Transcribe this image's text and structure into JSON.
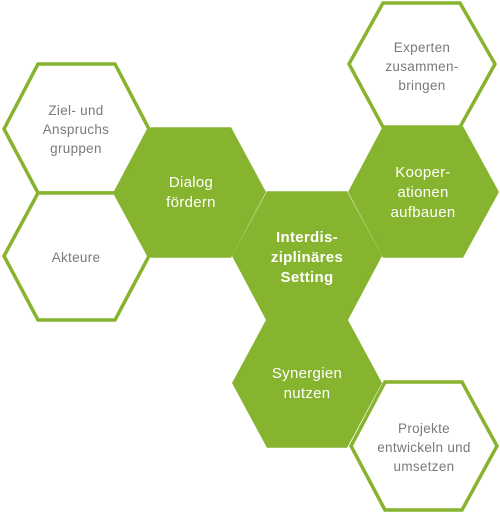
{
  "colors": {
    "accent": "#86b42e",
    "outline_text": "#7a7a7a",
    "solid_text": "#ffffff"
  },
  "hexagons": {
    "ziel": "Ziel- und\nAnspruchs\ngruppen",
    "akteure": "Akteure",
    "dialog": "Dialog\nfördern",
    "interdis": "Interdis-\nziplinäres\nSetting",
    "experten": "Experten\nzusammen-\nbringen",
    "kooperationen": "Kooper-\nationen\naufbauen",
    "synergien": "Synergien\nnutzen",
    "projekte": "Projekte\nentwickeln und\numsetzen"
  }
}
